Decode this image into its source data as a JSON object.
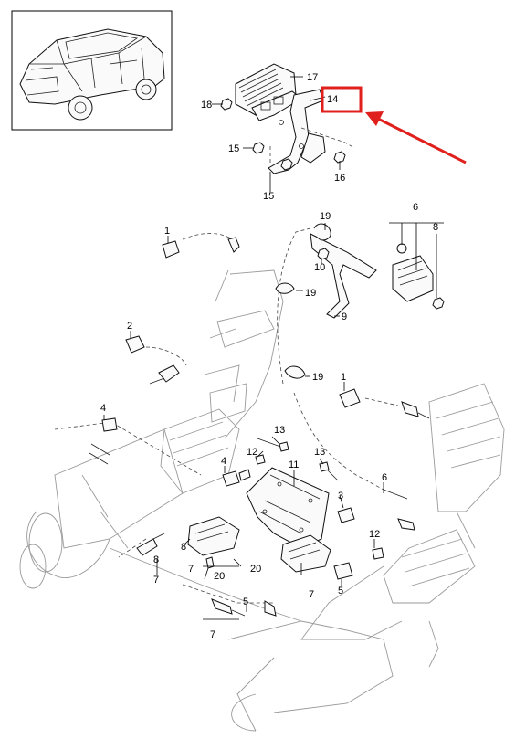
{
  "callouts": {
    "c17": "17",
    "c14": "14",
    "c18": "18",
    "c15a": "15",
    "c15b": "15",
    "c16": "16",
    "c6a": "6",
    "c19a": "19",
    "c8a": "8",
    "c10": "10",
    "c19b": "19",
    "c9": "9",
    "c1a": "1",
    "c2": "2",
    "c19c": "19",
    "c1b": "1",
    "c4": "4",
    "c13a": "13",
    "c12a": "12",
    "c11": "11",
    "c13b": "13",
    "c4b": "4",
    "c6b": "6",
    "c3": "3",
    "c8b": "8",
    "c7a": "7",
    "c8c": "8",
    "c7b": "7",
    "c20a": "20",
    "c20b": "20",
    "c7c": "7",
    "c5a": "5",
    "c12b": "12",
    "c5b": "5",
    "c7d": "7"
  },
  "highlight": {
    "box_color": "#e0201c",
    "arrow_color": "#e0201c",
    "target": "14"
  }
}
